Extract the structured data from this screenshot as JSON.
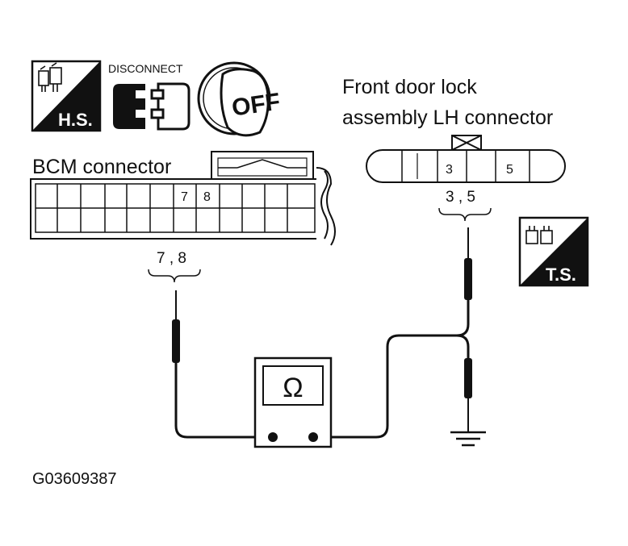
{
  "icons": {
    "harness_side": {
      "label": "H.S."
    },
    "disconnect": {
      "label": "DISCONNECT"
    },
    "ignition": {
      "label": "OFF"
    },
    "terminal_side": {
      "label": "T.S."
    }
  },
  "bcm_connector": {
    "title": "BCM connector",
    "pins": [
      "7",
      "8"
    ],
    "probe_label": "7 , 8"
  },
  "door_lock_connector": {
    "title_line1": "Front door lock",
    "title_line2": "assembly LH connector",
    "pins": [
      "3",
      "5"
    ],
    "probe_label": "3 , 5"
  },
  "meter": {
    "symbol": "Ω"
  },
  "figure_code": "G03609387"
}
